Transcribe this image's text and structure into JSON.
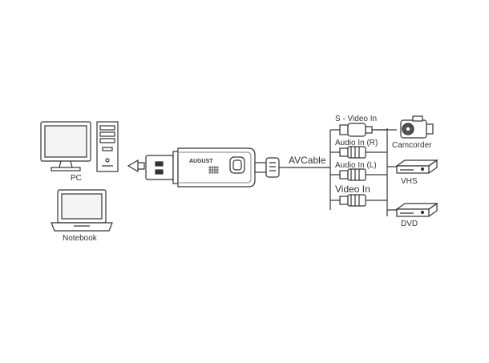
{
  "labels": {
    "pc": "PC",
    "notebook": "Notebook",
    "cable": "AVCable",
    "svideo_in": "S - Video In",
    "audio_in_r": "Audio In (R)",
    "audio_in_l": "Audio In (L)",
    "video_in": "Video In",
    "camcorder": "Camcorder",
    "vhs": "VHS",
    "dvd": "DVD",
    "device_brand": "AUGUST"
  }
}
